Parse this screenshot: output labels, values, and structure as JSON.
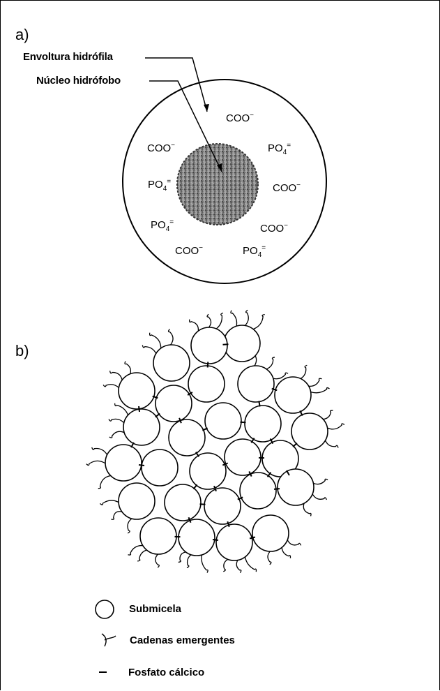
{
  "panel_a": {
    "label": "a)",
    "callouts": [
      {
        "text": "Envoltura hidrófila"
      },
      {
        "text": "Núcleo hidrófobo"
      }
    ],
    "ions": [
      {
        "base": "COO",
        "charge": "−"
      },
      {
        "base": "COO",
        "charge": "−"
      },
      {
        "base": "PO",
        "sub": "4",
        "charge": "="
      },
      {
        "base": "PO",
        "sub": "4",
        "charge": "="
      },
      {
        "base": "COO",
        "charge": "−"
      },
      {
        "base": "PO",
        "sub": "4",
        "charge": "="
      },
      {
        "base": "COO",
        "charge": "−"
      },
      {
        "base": "COO",
        "charge": "−"
      },
      {
        "base": "PO",
        "sub": "4",
        "charge": "="
      }
    ]
  },
  "panel_b": {
    "label": "b)"
  },
  "legend": {
    "items": [
      {
        "icon": "circle-icon",
        "text": "Submicela"
      },
      {
        "icon": "chain-icon",
        "text": "Cadenas emergentes"
      },
      {
        "icon": "dash-icon",
        "text": "Fosfato cálcico"
      }
    ]
  }
}
